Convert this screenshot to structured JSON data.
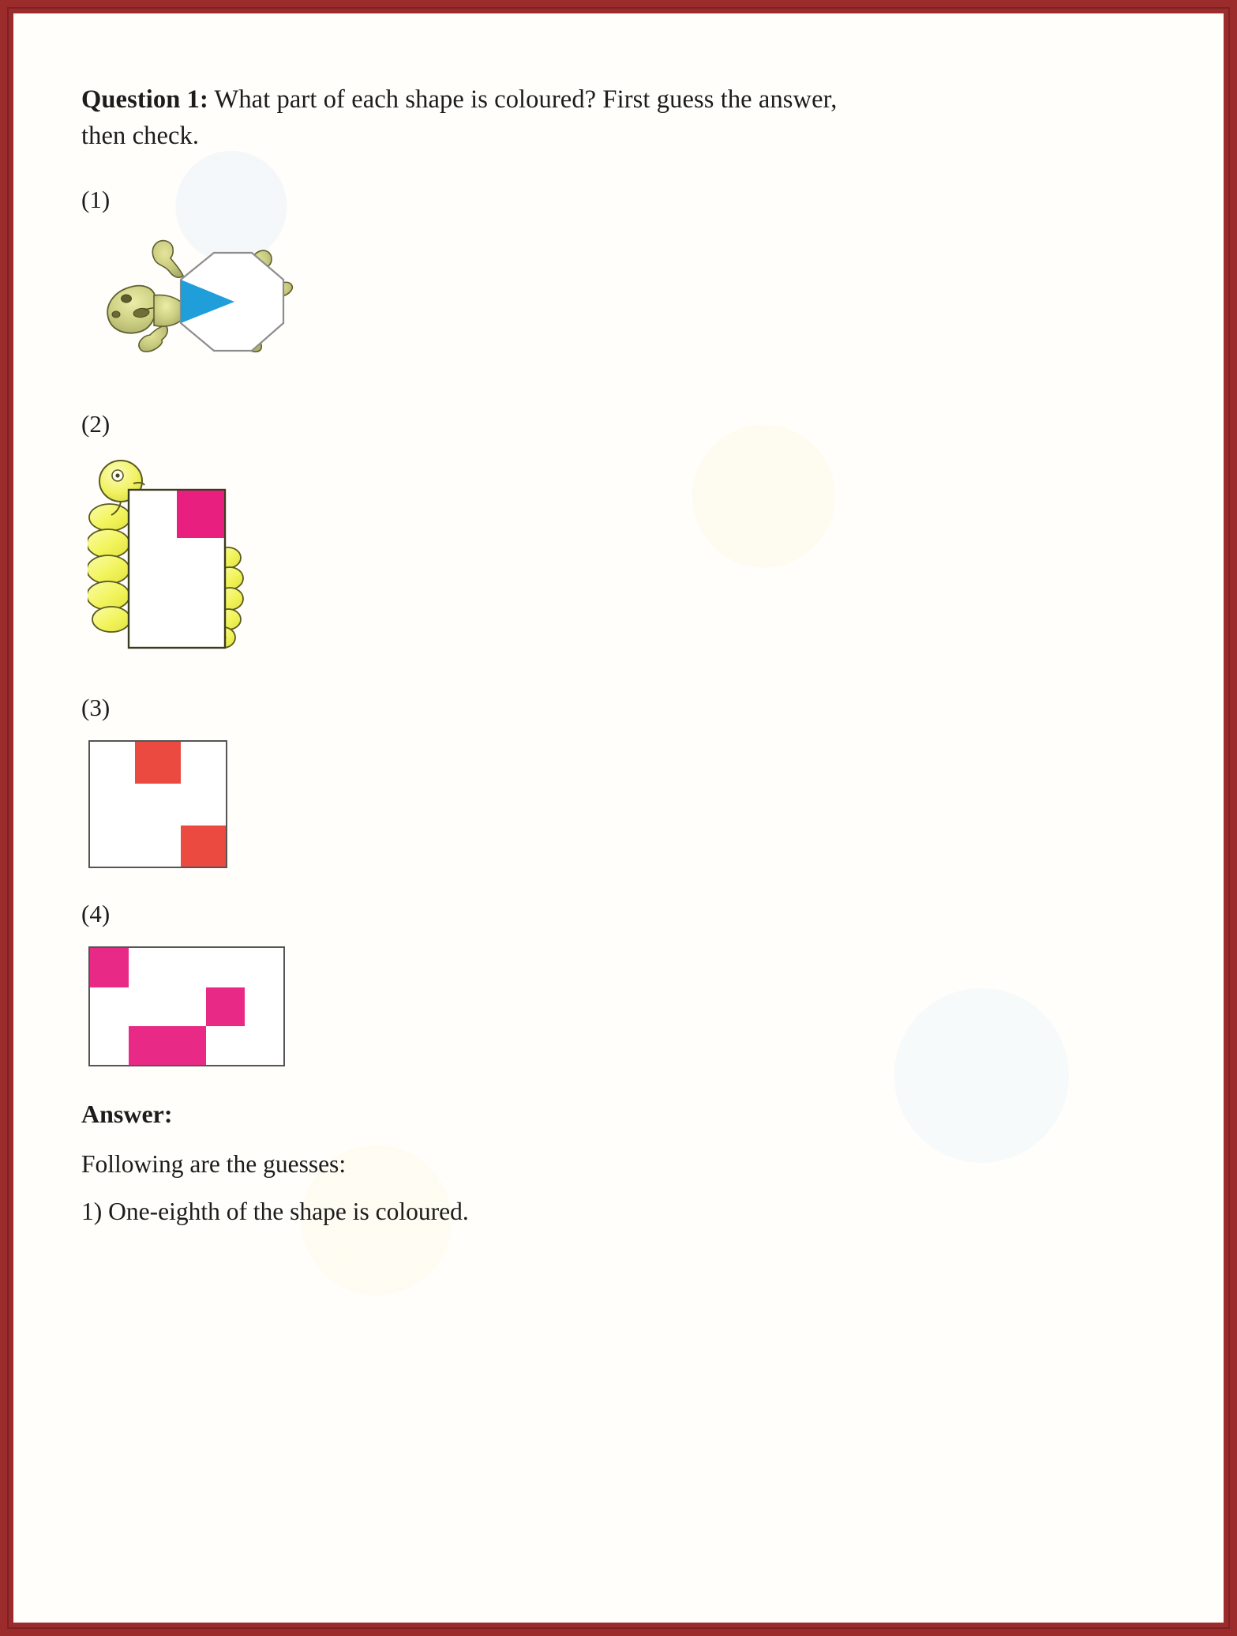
{
  "page": {
    "border_color": "#9c2b2c",
    "paper_color": "#fffefb",
    "text_color": "#1c1c1c"
  },
  "question": {
    "label": "Question 1:",
    "text": " What part of each shape is coloured? First guess the answer, then check."
  },
  "items": [
    {
      "label": "(1)",
      "figure": "turtle-octagon",
      "shape": "octagon",
      "total_parts": 8,
      "coloured_parts": 1,
      "colour": "#1f9ed9",
      "outline_colour": "#6b6b6b",
      "animal": "turtle",
      "animal_body_colour": "#c8ca84",
      "animal_outline_colour": "#6c6c3a"
    },
    {
      "label": "(2)",
      "figure": "caterpillar-rectangle",
      "shape": "rectangle",
      "grid_columns": 2,
      "grid_rows": 4,
      "total_parts": 8,
      "coloured_parts": 1,
      "colour": "#e81f7f",
      "outline_colour": "#3b3b1f",
      "coloured_cells": [
        {
          "row": 0,
          "col": 1
        }
      ],
      "animal": "caterpillar",
      "animal_body_colour": "#eff06a",
      "animal_outline_colour": "#5a5a20"
    },
    {
      "label": "(3)",
      "figure": "square-grid",
      "shape": "square",
      "grid_columns": 3,
      "grid_rows": 3,
      "total_parts": 9,
      "coloured_parts": 2,
      "colour": "#ea4a3f",
      "outline_colour": "#555555",
      "coloured_cells": [
        {
          "row": 0,
          "col": 1
        },
        {
          "row": 2,
          "col": 2
        }
      ]
    },
    {
      "label": "(4)",
      "figure": "rectangle-grid",
      "shape": "rectangle",
      "grid_columns": 5,
      "grid_rows": 3,
      "total_parts": 15,
      "coloured_parts": 4,
      "colour": "#e82a86",
      "outline_colour": "#555555",
      "coloured_cells": [
        {
          "row": 0,
          "col": 0
        },
        {
          "row": 1,
          "col": 3
        },
        {
          "row": 2,
          "col": 1
        },
        {
          "row": 2,
          "col": 2
        }
      ]
    }
  ],
  "answer": {
    "heading": "Answer:",
    "intro": "Following are the guesses:",
    "lines": [
      "1) One-eighth of the shape is coloured."
    ]
  }
}
